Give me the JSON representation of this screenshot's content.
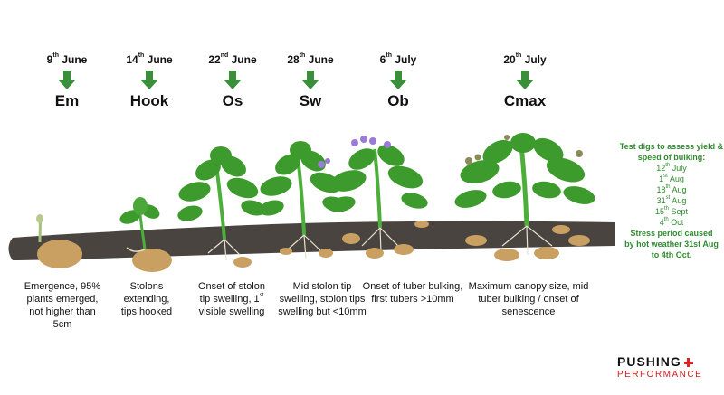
{
  "stages": [
    {
      "day": "9",
      "suffix": "th",
      "month": "June",
      "code": "Em",
      "desc_lines": [
        "Emergence, 95%",
        "plants emerged,",
        "not higher than",
        "5cm"
      ]
    },
    {
      "day": "14",
      "suffix": "th",
      "month": "June",
      "code": "Hook",
      "desc_lines": [
        "Stolons",
        "extending,",
        "tips hooked"
      ]
    },
    {
      "day": "22",
      "suffix": "nd",
      "month": "June",
      "code": "Os",
      "desc_lines": [
        "Onset of stolon",
        "tip swelling, 1",
        "visible swelling"
      ],
      "desc_sup": "st"
    },
    {
      "day": "28",
      "suffix": "th",
      "month": "June",
      "code": "Sw",
      "desc_lines": [
        "Mid stolon tip",
        "swelling, stolon tips",
        "swelling but <10mm"
      ]
    },
    {
      "day": "6",
      "suffix": "th",
      "month": "July",
      "code": "Ob",
      "desc_lines": [
        "Onset of tuber bulking,",
        "first tubers >10mm"
      ]
    },
    {
      "day": "20",
      "suffix": "th",
      "month": "July",
      "code": "Cmax",
      "desc_lines": [
        "Maximum canopy size, mid",
        "tuber bulking / onset of",
        "senescence"
      ]
    }
  ],
  "side_panel": {
    "heading_lines": [
      "Test digs to assess yield &",
      "speed of bulking:"
    ],
    "digs": [
      {
        "day": "12",
        "suffix": "th",
        "month": "July"
      },
      {
        "day": "1",
        "suffix": "st",
        "month": "Aug"
      },
      {
        "day": "18",
        "suffix": "th",
        "month": "Aug"
      },
      {
        "day": "31",
        "suffix": "st",
        "month": "Aug"
      },
      {
        "day": "15",
        "suffix": "th",
        "month": "Sept"
      },
      {
        "day": "4",
        "suffix": "th",
        "month": "Oct"
      }
    ],
    "stress_lines": [
      "Stress period caused",
      "by hot weather 31st Aug",
      "to 4th Oct."
    ]
  },
  "logo": {
    "line1": "PUSHING",
    "line2": "PERFORMANCE"
  },
  "colors": {
    "arrow": "#3a8f3a",
    "soil": "#4a4440",
    "leaf": "#3d9a2c",
    "stem": "#4caf3a",
    "tuber": "#c9a062",
    "flower": "#9a7bd6",
    "side_text": "#2e8b2e",
    "logo_red": "#cc2222"
  }
}
